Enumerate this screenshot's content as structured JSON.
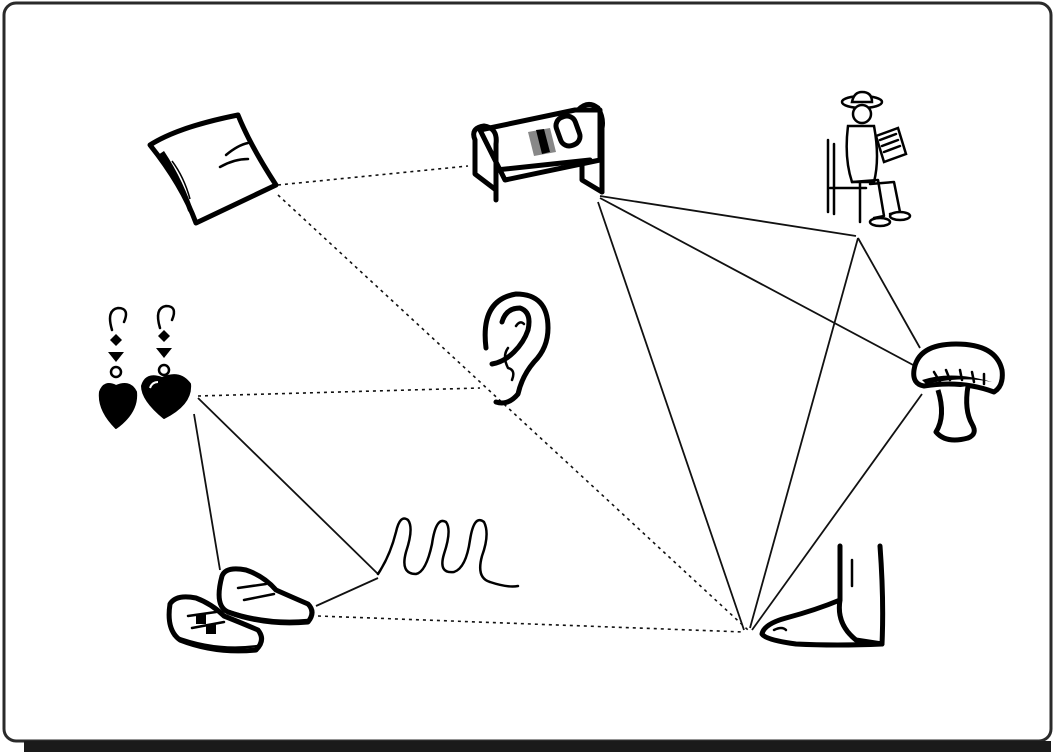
{
  "diagram": {
    "nodes": [
      {
        "id": "pillow",
        "icon": "pillow-icon"
      },
      {
        "id": "bed",
        "icon": "bed-icon"
      },
      {
        "id": "reader",
        "icon": "man-reading-in-chair-icon"
      },
      {
        "id": "earrings",
        "icon": "earrings-icon"
      },
      {
        "id": "ear",
        "icon": "ear-icon"
      },
      {
        "id": "mushroom",
        "icon": "mushroom-icon"
      },
      {
        "id": "spring",
        "icon": "spring-icon"
      },
      {
        "id": "shoes",
        "icon": "shoes-icon"
      },
      {
        "id": "foot",
        "icon": "foot-icon"
      }
    ],
    "edges": [
      {
        "from": "pillow",
        "to": "bed",
        "style": "dotted"
      },
      {
        "from": "pillow",
        "to": "foot",
        "style": "dotted"
      },
      {
        "from": "earrings",
        "to": "ear",
        "style": "dotted"
      },
      {
        "from": "shoes",
        "to": "foot",
        "style": "dotted"
      },
      {
        "from": "bed",
        "to": "reader",
        "style": "solid"
      },
      {
        "from": "bed",
        "to": "mushroom",
        "style": "solid"
      },
      {
        "from": "bed",
        "to": "foot",
        "style": "solid"
      },
      {
        "from": "reader",
        "to": "mushroom",
        "style": "solid"
      },
      {
        "from": "reader",
        "to": "foot",
        "style": "solid"
      },
      {
        "from": "mushroom",
        "to": "foot",
        "style": "solid"
      },
      {
        "from": "earrings",
        "to": "shoes",
        "style": "solid"
      },
      {
        "from": "earrings",
        "to": "spring",
        "style": "solid"
      },
      {
        "from": "shoes",
        "to": "spring",
        "style": "solid"
      }
    ]
  }
}
